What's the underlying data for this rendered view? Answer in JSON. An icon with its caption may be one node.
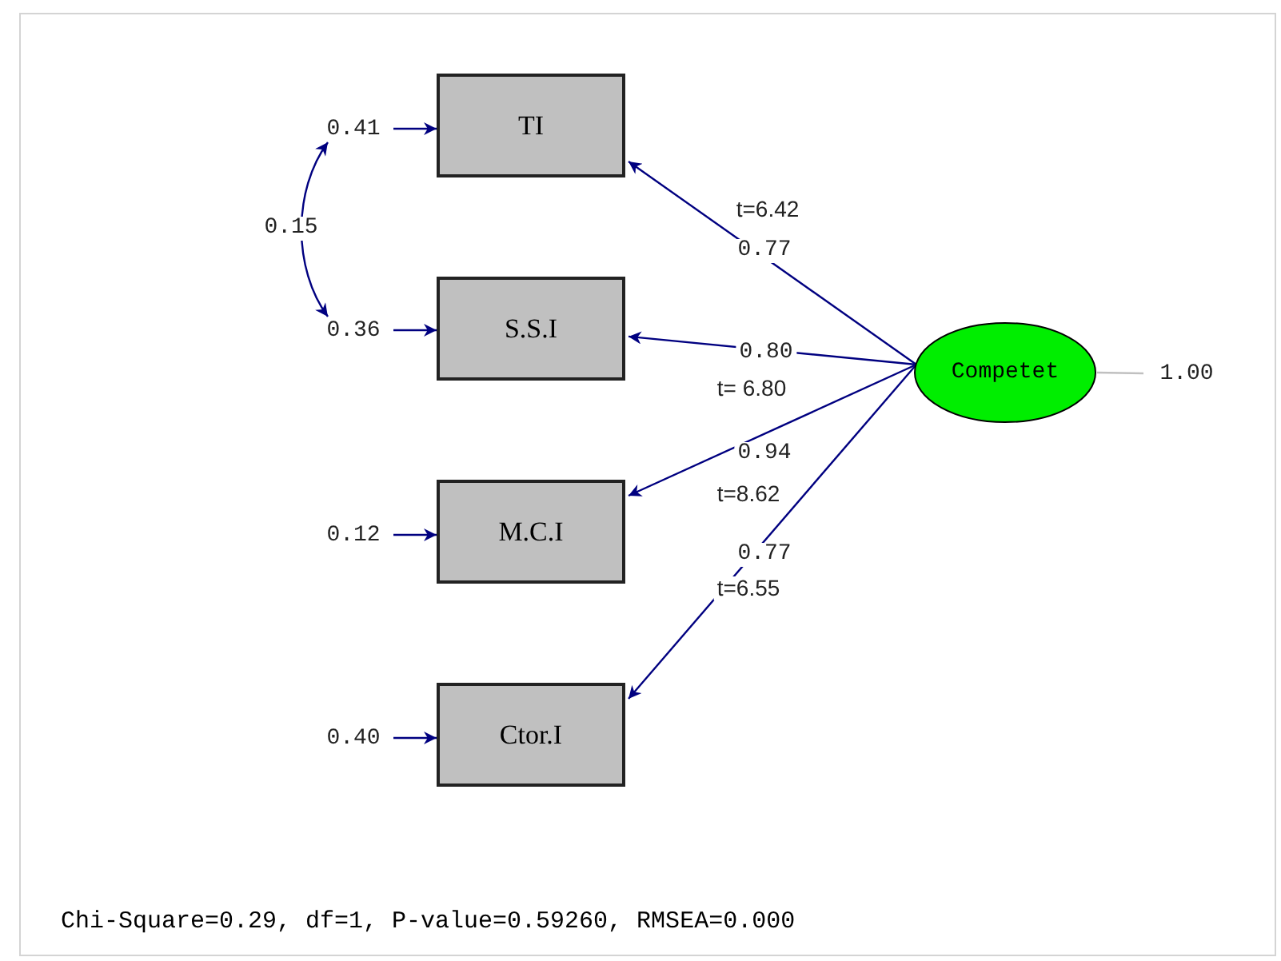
{
  "diagram": {
    "caption": "Chi-Square=0.29, df=1, P-value=0.59260, RMSEA=0.000",
    "nodes": [
      {
        "text": [
          "TI"
        ]
      },
      {
        "text": [
          "S.S.I"
        ]
      },
      {
        "text": [
          "M.C.I"
        ]
      },
      {
        "text": [
          "Ctor.I"
        ]
      },
      {
        "text": [
          "Competet"
        ]
      },
      {
        "text": [
          "0.41"
        ]
      },
      {
        "text": [
          "0.36"
        ]
      },
      {
        "text": [
          "0.12"
        ]
      },
      {
        "text": [
          "0.40"
        ]
      },
      {
        "text": [
          "1.00"
        ]
      }
    ],
    "edges": [
      {
        "from": 4,
        "to": 0,
        "arrow": "to",
        "label": "0.77"
      },
      {
        "from": 4,
        "to": 1,
        "arrow": "to",
        "label": "0.80"
      },
      {
        "from": 4,
        "to": 2,
        "arrow": "to",
        "label": "0.94"
      },
      {
        "from": 4,
        "to": 3,
        "arrow": "to",
        "label": "0.77"
      },
      {
        "from": 5,
        "to": 0,
        "arrow": "to"
      },
      {
        "from": 6,
        "to": 1,
        "arrow": "to"
      },
      {
        "from": 7,
        "to": 2,
        "arrow": "to"
      },
      {
        "from": 8,
        "to": 3,
        "arrow": "to"
      },
      {
        "from": 5,
        "to": 6,
        "arrow": "both",
        "label": "0.15"
      },
      {
        "from": 9,
        "to": 4,
        "arrow": "none",
        "color": "#c0c0c0"
      }
    ],
    "labels": [
      "t=6.42",
      "t= 6.80",
      "t=8.62",
      "t=6.55"
    ]
  }
}
